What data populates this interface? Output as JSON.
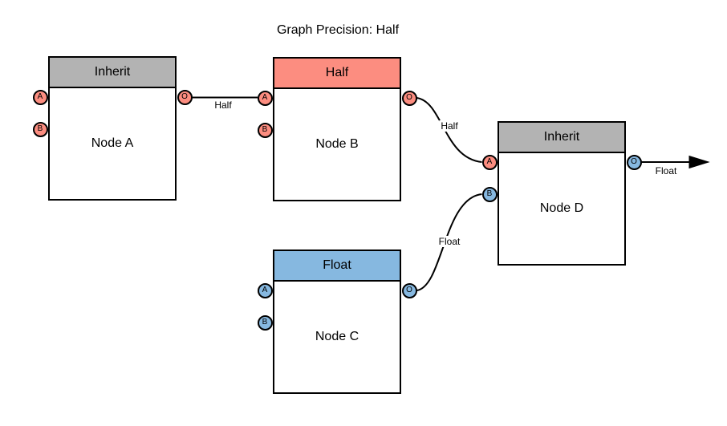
{
  "title": "Graph Precision: Half",
  "nodes": [
    {
      "id": "node-a",
      "header": "Inherit",
      "label": "Node A",
      "header_color": "#b3b3b3",
      "ports": [
        {
          "label": "A",
          "color": "#fc8d80"
        },
        {
          "label": "B",
          "color": "#fc8d80"
        },
        {
          "label": "O",
          "color": "#fc8d80"
        }
      ]
    },
    {
      "id": "node-b",
      "header": "Half",
      "label": "Node B",
      "header_color": "#fc8d80",
      "ports": [
        {
          "label": "A",
          "color": "#fc8d80"
        },
        {
          "label": "B",
          "color": "#fc8d80"
        },
        {
          "label": "O",
          "color": "#fc8d80"
        }
      ]
    },
    {
      "id": "node-c",
      "header": "Float",
      "label": "Node C",
      "header_color": "#86b8e0",
      "ports": [
        {
          "label": "A",
          "color": "#86b8e0"
        },
        {
          "label": "B",
          "color": "#86b8e0"
        },
        {
          "label": "O",
          "color": "#86b8e0"
        }
      ]
    },
    {
      "id": "node-d",
      "header": "Inherit",
      "label": "Node D",
      "header_color": "#b3b3b3",
      "ports": [
        {
          "label": "A",
          "color": "#fc8d80"
        },
        {
          "label": "B",
          "color": "#86b8e0"
        },
        {
          "label": "O",
          "color": "#86b8e0"
        }
      ]
    }
  ],
  "edges": [
    {
      "label": "Half",
      "from": "node-a.O",
      "to": "node-b.A"
    },
    {
      "label": "Half",
      "from": "node-b.O",
      "to": "node-d.A"
    },
    {
      "label": "Float",
      "from": "node-c.O",
      "to": "node-d.B"
    },
    {
      "label": "Float",
      "from": "node-d.O",
      "to": "graph-output"
    }
  ]
}
